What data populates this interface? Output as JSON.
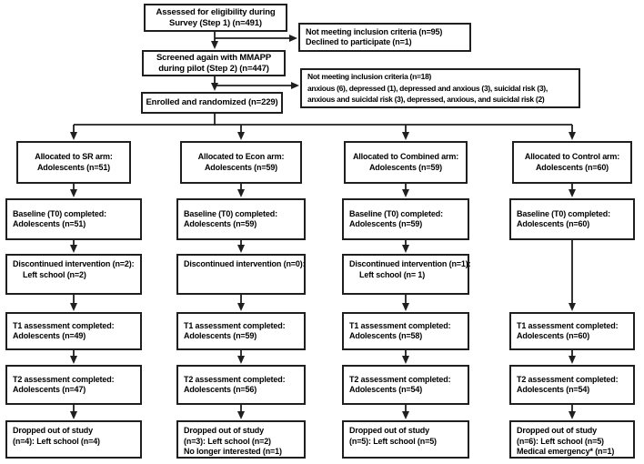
{
  "top": {
    "assessed": [
      "Assessed for eligibility during",
      "Survey (Step 1) (n=491)"
    ],
    "excluded1": [
      "Not meeting inclusion criteria (n=95)",
      "Declined to participate (n=1)"
    ],
    "screened": [
      "Screened again with MMAPP",
      "during pilot (Step 2) (n=447)"
    ],
    "excluded2": [
      "Not meeting inclusion criteria (n=18)",
      "anxious (6), depressed (1), depressed and anxious (3), suicidal risk (3),",
      "anxious and suicidal risk (3), depressed, anxious, and suicidal risk (2)"
    ],
    "enrolled": [
      "Enrolled and randomized (n=229)"
    ]
  },
  "cols": [
    {
      "name": "SR",
      "alloc": [
        "Allocated to SR arm:",
        "Adolescents (n=51)"
      ],
      "baseline": [
        "Baseline (T0) completed:",
        "Adolescents (n=51)"
      ],
      "discontinued": [
        "Discontinued intervention (n=2):",
        "Left school (n=2)"
      ],
      "t1": [
        "T1 assessment completed:",
        "Adolescents (n=49)"
      ],
      "t2": [
        "T2 assessment completed:",
        "Adolescents (n=47)"
      ],
      "dropped": [
        "Dropped out of study",
        "(n=4): Left school (n=4)"
      ]
    },
    {
      "name": "Econ",
      "alloc": [
        "Allocated to Econ arm:",
        "Adolescents (n=59)"
      ],
      "baseline": [
        "Baseline (T0) completed:",
        "Adolescents (n=59)"
      ],
      "discontinued": [
        "Discontinued intervention (n=0):"
      ],
      "t1": [
        "T1 assessment completed:",
        "Adolescents (n=59)"
      ],
      "t2": [
        "T2 assessment completed:",
        "Adolescents (n=56)"
      ],
      "dropped": [
        "Dropped out of study",
        "(n=3): Left school (n=2)",
        "No longer interested (n=1)"
      ]
    },
    {
      "name": "Combined",
      "alloc": [
        "Allocated to Combined arm:",
        "Adolescents (n=59)"
      ],
      "baseline": [
        "Baseline (T0) completed:",
        "Adolescents (n=59)"
      ],
      "discontinued": [
        "Discontinued intervention (n=1):",
        "Left school (n= 1)"
      ],
      "t1": [
        "T1 assessment completed:",
        "Adolescents (n=58)"
      ],
      "t2": [
        "T2 assessment completed:",
        "Adolescents (n=54)"
      ],
      "dropped": [
        "Dropped out of study",
        "(n=5): Left school (n=5)"
      ]
    },
    {
      "name": "Control",
      "alloc": [
        "Allocated to Control arm:",
        "Adolescents (n=60)"
      ],
      "baseline": [
        "Baseline (T0) completed:",
        "Adolescents (n=60)"
      ],
      "t1": [
        "T1 assessment completed:",
        "Adolescents (n=60)"
      ],
      "t2": [
        "T2 assessment completed:",
        "Adolescents (n=54)"
      ],
      "dropped": [
        "Dropped out of study",
        "(n=6): Left school (n=5)",
        "Medical emergency* (n=1)"
      ]
    }
  ],
  "colors": {
    "box_border": "#1f1f1f",
    "box_background": "#ffffff",
    "text": "#000000",
    "arrow": "#1f1f1f"
  }
}
